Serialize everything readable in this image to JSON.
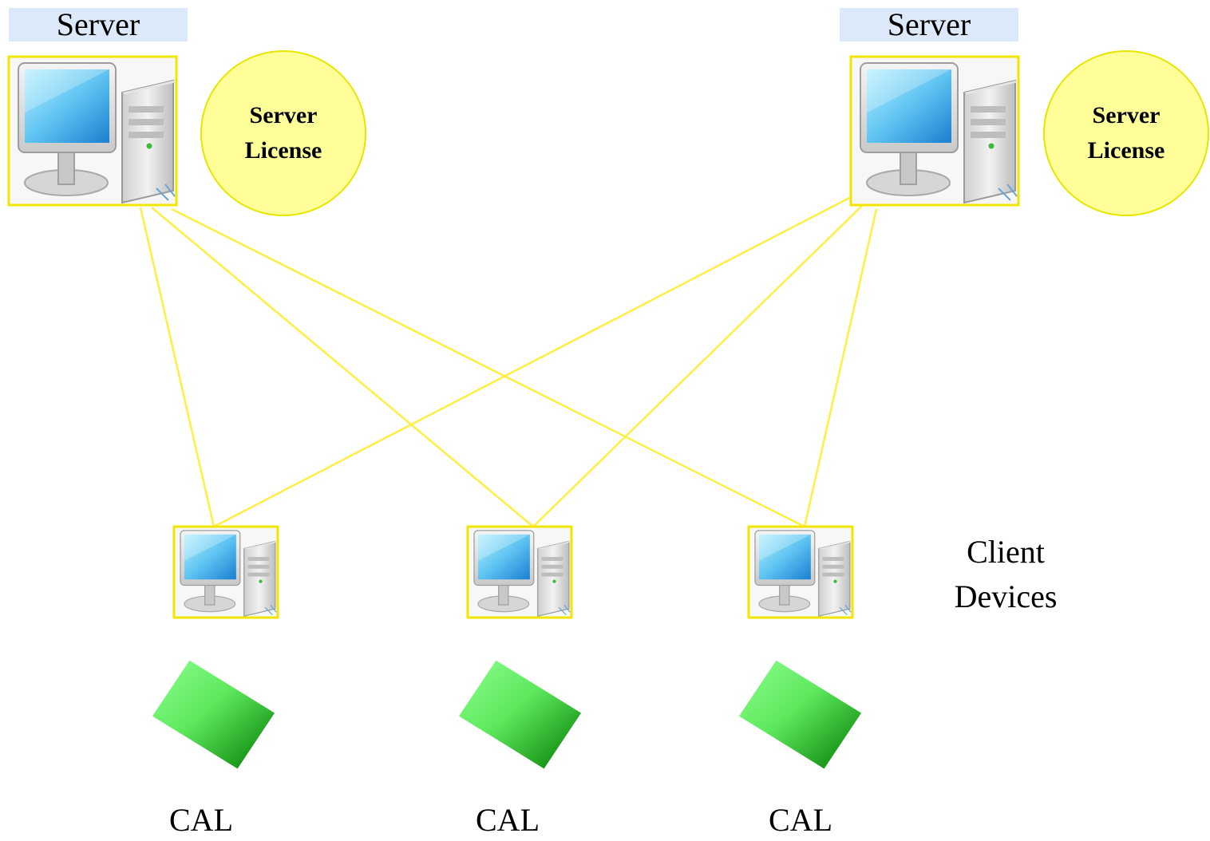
{
  "servers": [
    {
      "label": "Server",
      "license_line1": "Server",
      "license_line2": "License"
    },
    {
      "label": "Server",
      "license_line1": "Server",
      "license_line2": "License"
    }
  ],
  "clients": {
    "label_line1": "Client",
    "label_line2": "Devices",
    "count": 3
  },
  "cals": [
    "CAL",
    "CAL",
    "CAL"
  ],
  "colors": {
    "connector": "#ffee44",
    "frame": "#f2e600",
    "server_label_bg": "#dce9fb",
    "license_fill": "#ffff99",
    "cal_light": "#88ff88",
    "cal_dark": "#008800"
  },
  "icons": {
    "server": "computer-icon",
    "client": "computer-icon",
    "cal": "license-card-icon"
  }
}
